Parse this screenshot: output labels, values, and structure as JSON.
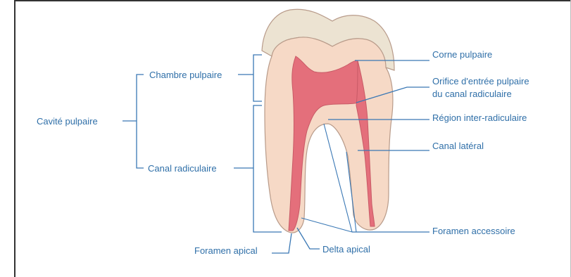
{
  "labels": {
    "cavite": "Cavité pulpaire",
    "chambre": "Chambre pulpaire",
    "canal": "Canal radiculaire",
    "corne": "Corne pulpaire",
    "orifice_line1": "Orifice d'entrée pulpaire",
    "orifice_line2": "du canal radiculaire",
    "region": "Région inter-radiculaire",
    "lateral": "Canal latéral",
    "foramen_acc": "Foramen accessoire",
    "foramen_apical": "Foramen apical",
    "delta": "Delta apical"
  },
  "colors": {
    "label": "#2f6fa8",
    "leader": "#3a78b5",
    "enamel": "#ece3d2",
    "dentin": "#f6d9c6",
    "pulp": "#e46f7b",
    "outline": "#b89b8a"
  }
}
